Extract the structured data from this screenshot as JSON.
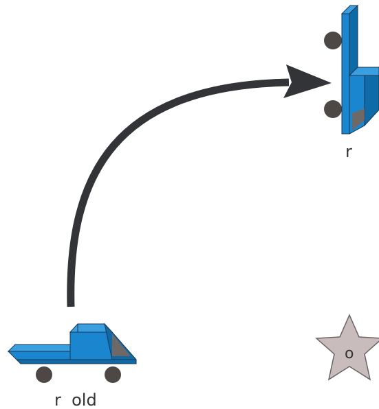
{
  "labels": {
    "truck_new": "r",
    "truck_old": "r  old",
    "star": "o"
  },
  "colors": {
    "truck_blue": "#1a86d0",
    "truck_blue_dark": "#0f6aa8",
    "truck_blue_light": "#3a9fe0",
    "wheel": "#4d4846",
    "cab_window": "#6e6866",
    "arrow": "#333438",
    "star_fill": "#c8bcbc",
    "star_stroke": "#6b6363",
    "text": "#333333"
  },
  "icons": {
    "truck_new": "truck-icon",
    "truck_old": "truck-icon",
    "star": "star-icon",
    "arrow": "curved-arrow"
  }
}
